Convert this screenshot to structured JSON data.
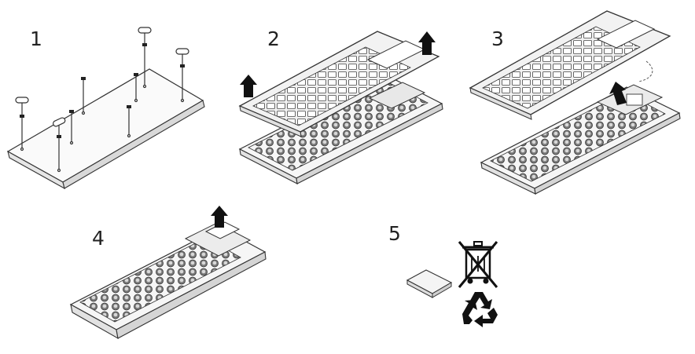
{
  "steps": [
    {
      "number": "1"
    },
    {
      "number": "2"
    },
    {
      "number": "3"
    },
    {
      "number": "4"
    },
    {
      "number": "5"
    }
  ],
  "symbols": {
    "weee": "crossed-out-bin-icon",
    "recycle": "recycle-icon"
  },
  "colors": {
    "line": "#333333",
    "key": "#9a9a9a",
    "fill": "#f4f4f4"
  }
}
